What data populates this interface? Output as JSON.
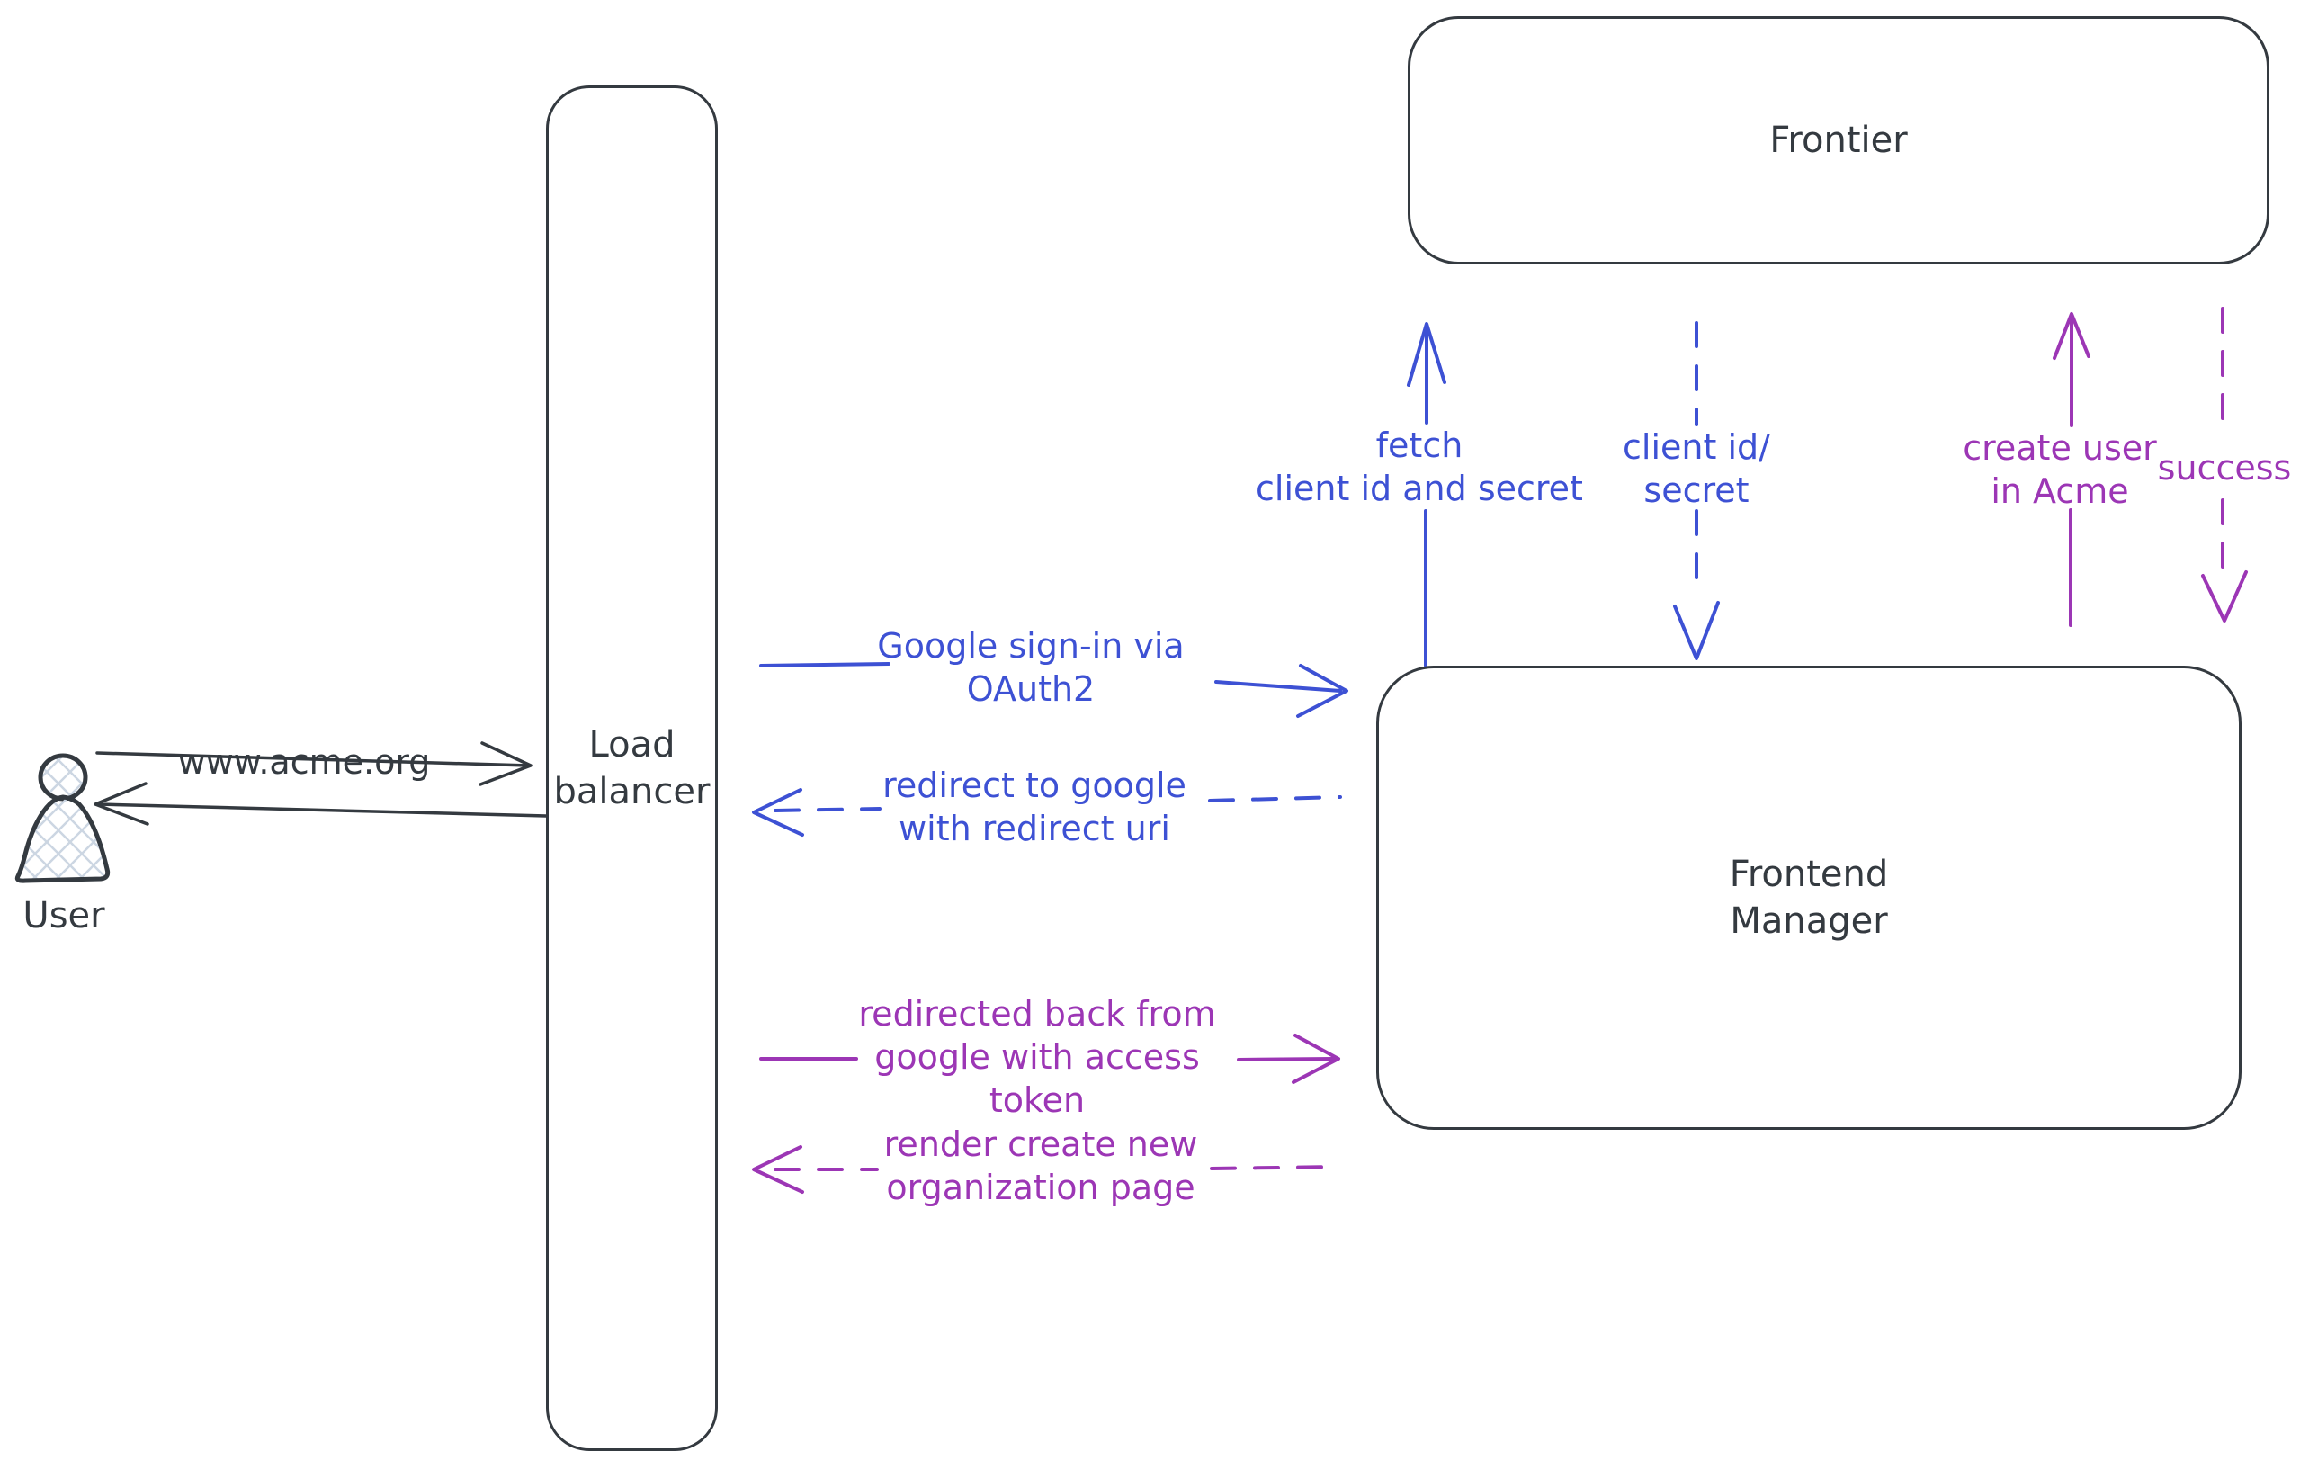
{
  "colors": {
    "ink": "#343a40",
    "blue": "#3d51d4",
    "purple": "#9c36b5"
  },
  "nodes": {
    "user": {
      "label": "User"
    },
    "load_balancer": {
      "lines": [
        "Load",
        "balancer"
      ]
    },
    "frontier": {
      "label": "Frontier"
    },
    "frontend_manager": {
      "lines": [
        "Frontend",
        "Manager"
      ]
    }
  },
  "edges": {
    "user_request": {
      "label": "www.acme.org",
      "from": "User",
      "to": "Load balancer",
      "style": "solid"
    },
    "response_to_user": {
      "from": "Load balancer",
      "to": "User",
      "style": "solid"
    },
    "google_signin": {
      "lines": [
        "Google sign-in via",
        "OAuth2"
      ],
      "from": "Load balancer",
      "to": "Frontend Manager",
      "style": "solid"
    },
    "redirect_to_google": {
      "lines": [
        "redirect to google",
        "with redirect uri"
      ],
      "from": "Frontend Manager",
      "to": "Load balancer",
      "style": "dashed"
    },
    "redirected_back": {
      "lines": [
        "redirected back from",
        "google with access",
        "token"
      ],
      "from": "Load balancer",
      "to": "Frontend Manager",
      "style": "solid"
    },
    "render_org_page": {
      "lines": [
        "render create new",
        "organization page"
      ],
      "from": "Frontend Manager",
      "to": "Load balancer",
      "style": "dashed"
    },
    "fetch_client_id": {
      "lines": [
        "fetch",
        "client id and secret"
      ],
      "from": "Frontend Manager",
      "to": "Frontier",
      "style": "solid"
    },
    "client_id_secret": {
      "lines": [
        "client id/",
        "secret"
      ],
      "from": "Frontier",
      "to": "Frontend Manager",
      "style": "dashed"
    },
    "create_user": {
      "lines": [
        "create user",
        "in Acme"
      ],
      "from": "Frontend Manager",
      "to": "Frontier",
      "style": "solid"
    },
    "success": {
      "label": "success",
      "from": "Frontier",
      "to": "Frontend Manager",
      "style": "dashed"
    }
  }
}
